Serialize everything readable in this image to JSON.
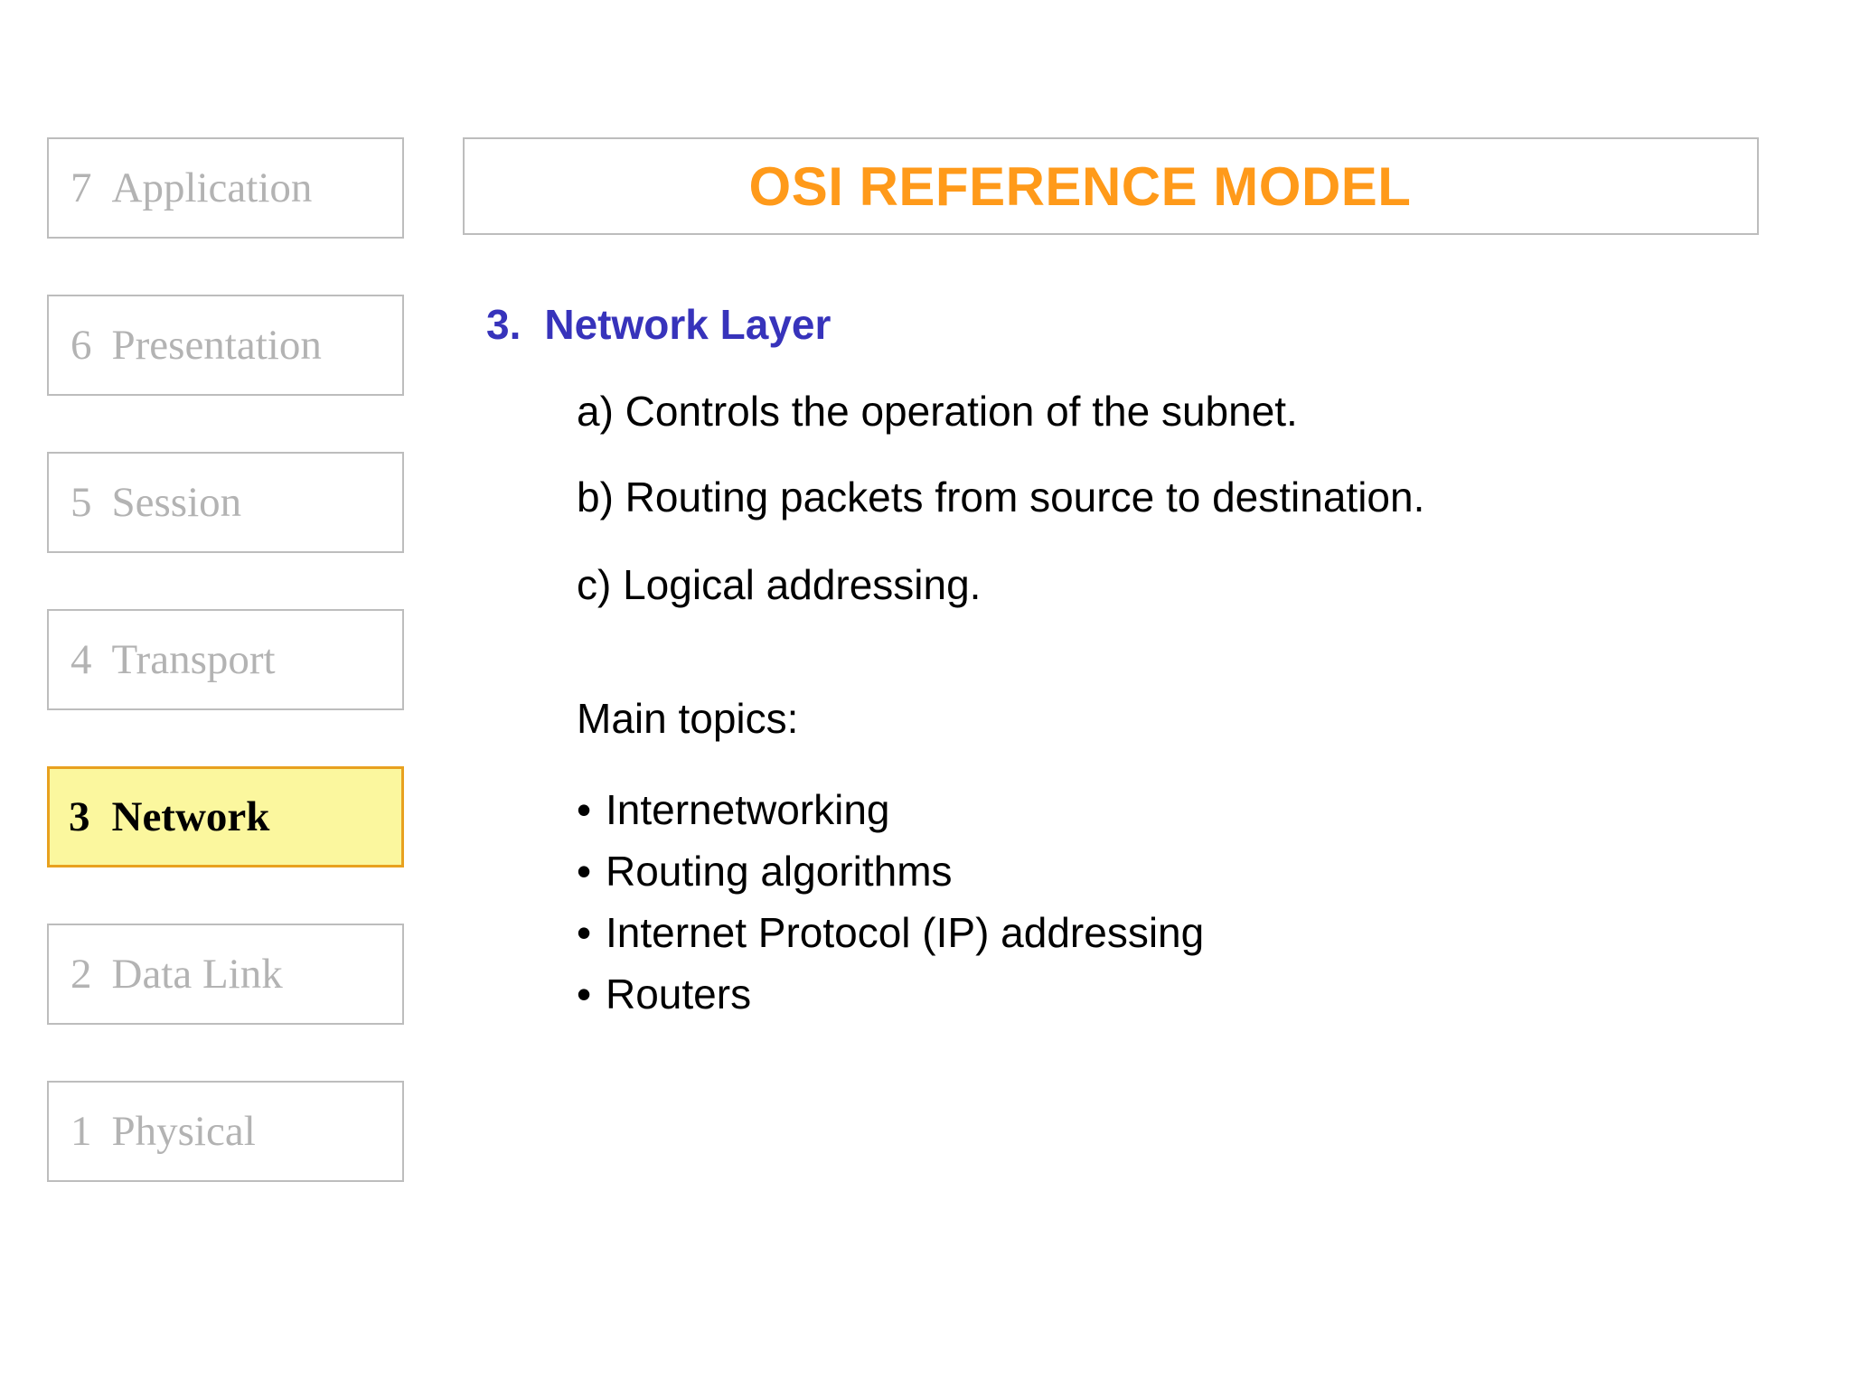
{
  "slide": {
    "title": "OSI REFERENCE MODEL",
    "title_color": "#ff9a1a",
    "border_color": "#bdbdbd",
    "background": "#ffffff"
  },
  "layer_stack": {
    "active_index": 4,
    "active_background": "#fbf79e",
    "active_border": "#e8a11f",
    "inactive_text_color": "#b3b3b3",
    "items": [
      {
        "num": "7",
        "label": "Application"
      },
      {
        "num": "6",
        "label": "Presentation"
      },
      {
        "num": "5",
        "label": "Session"
      },
      {
        "num": "4",
        "label": "Transport"
      },
      {
        "num": "3",
        "label": "Network"
      },
      {
        "num": "2",
        "label": "Data Link"
      },
      {
        "num": "1",
        "label": "Physical"
      }
    ]
  },
  "body": {
    "heading_number": "3.",
    "heading_text": "Network Layer",
    "heading_color": "#3733bb",
    "sub_items": [
      "a) Controls the operation of the subnet.",
      "b) Routing packets from source to destination.",
      "c) Logical addressing."
    ],
    "main_topics_label": "Main topics:",
    "bullet_glyph": "•",
    "topics": [
      "Internetworking",
      "Routing algorithms",
      "Internet Protocol (IP) addressing",
      "Routers"
    ]
  }
}
